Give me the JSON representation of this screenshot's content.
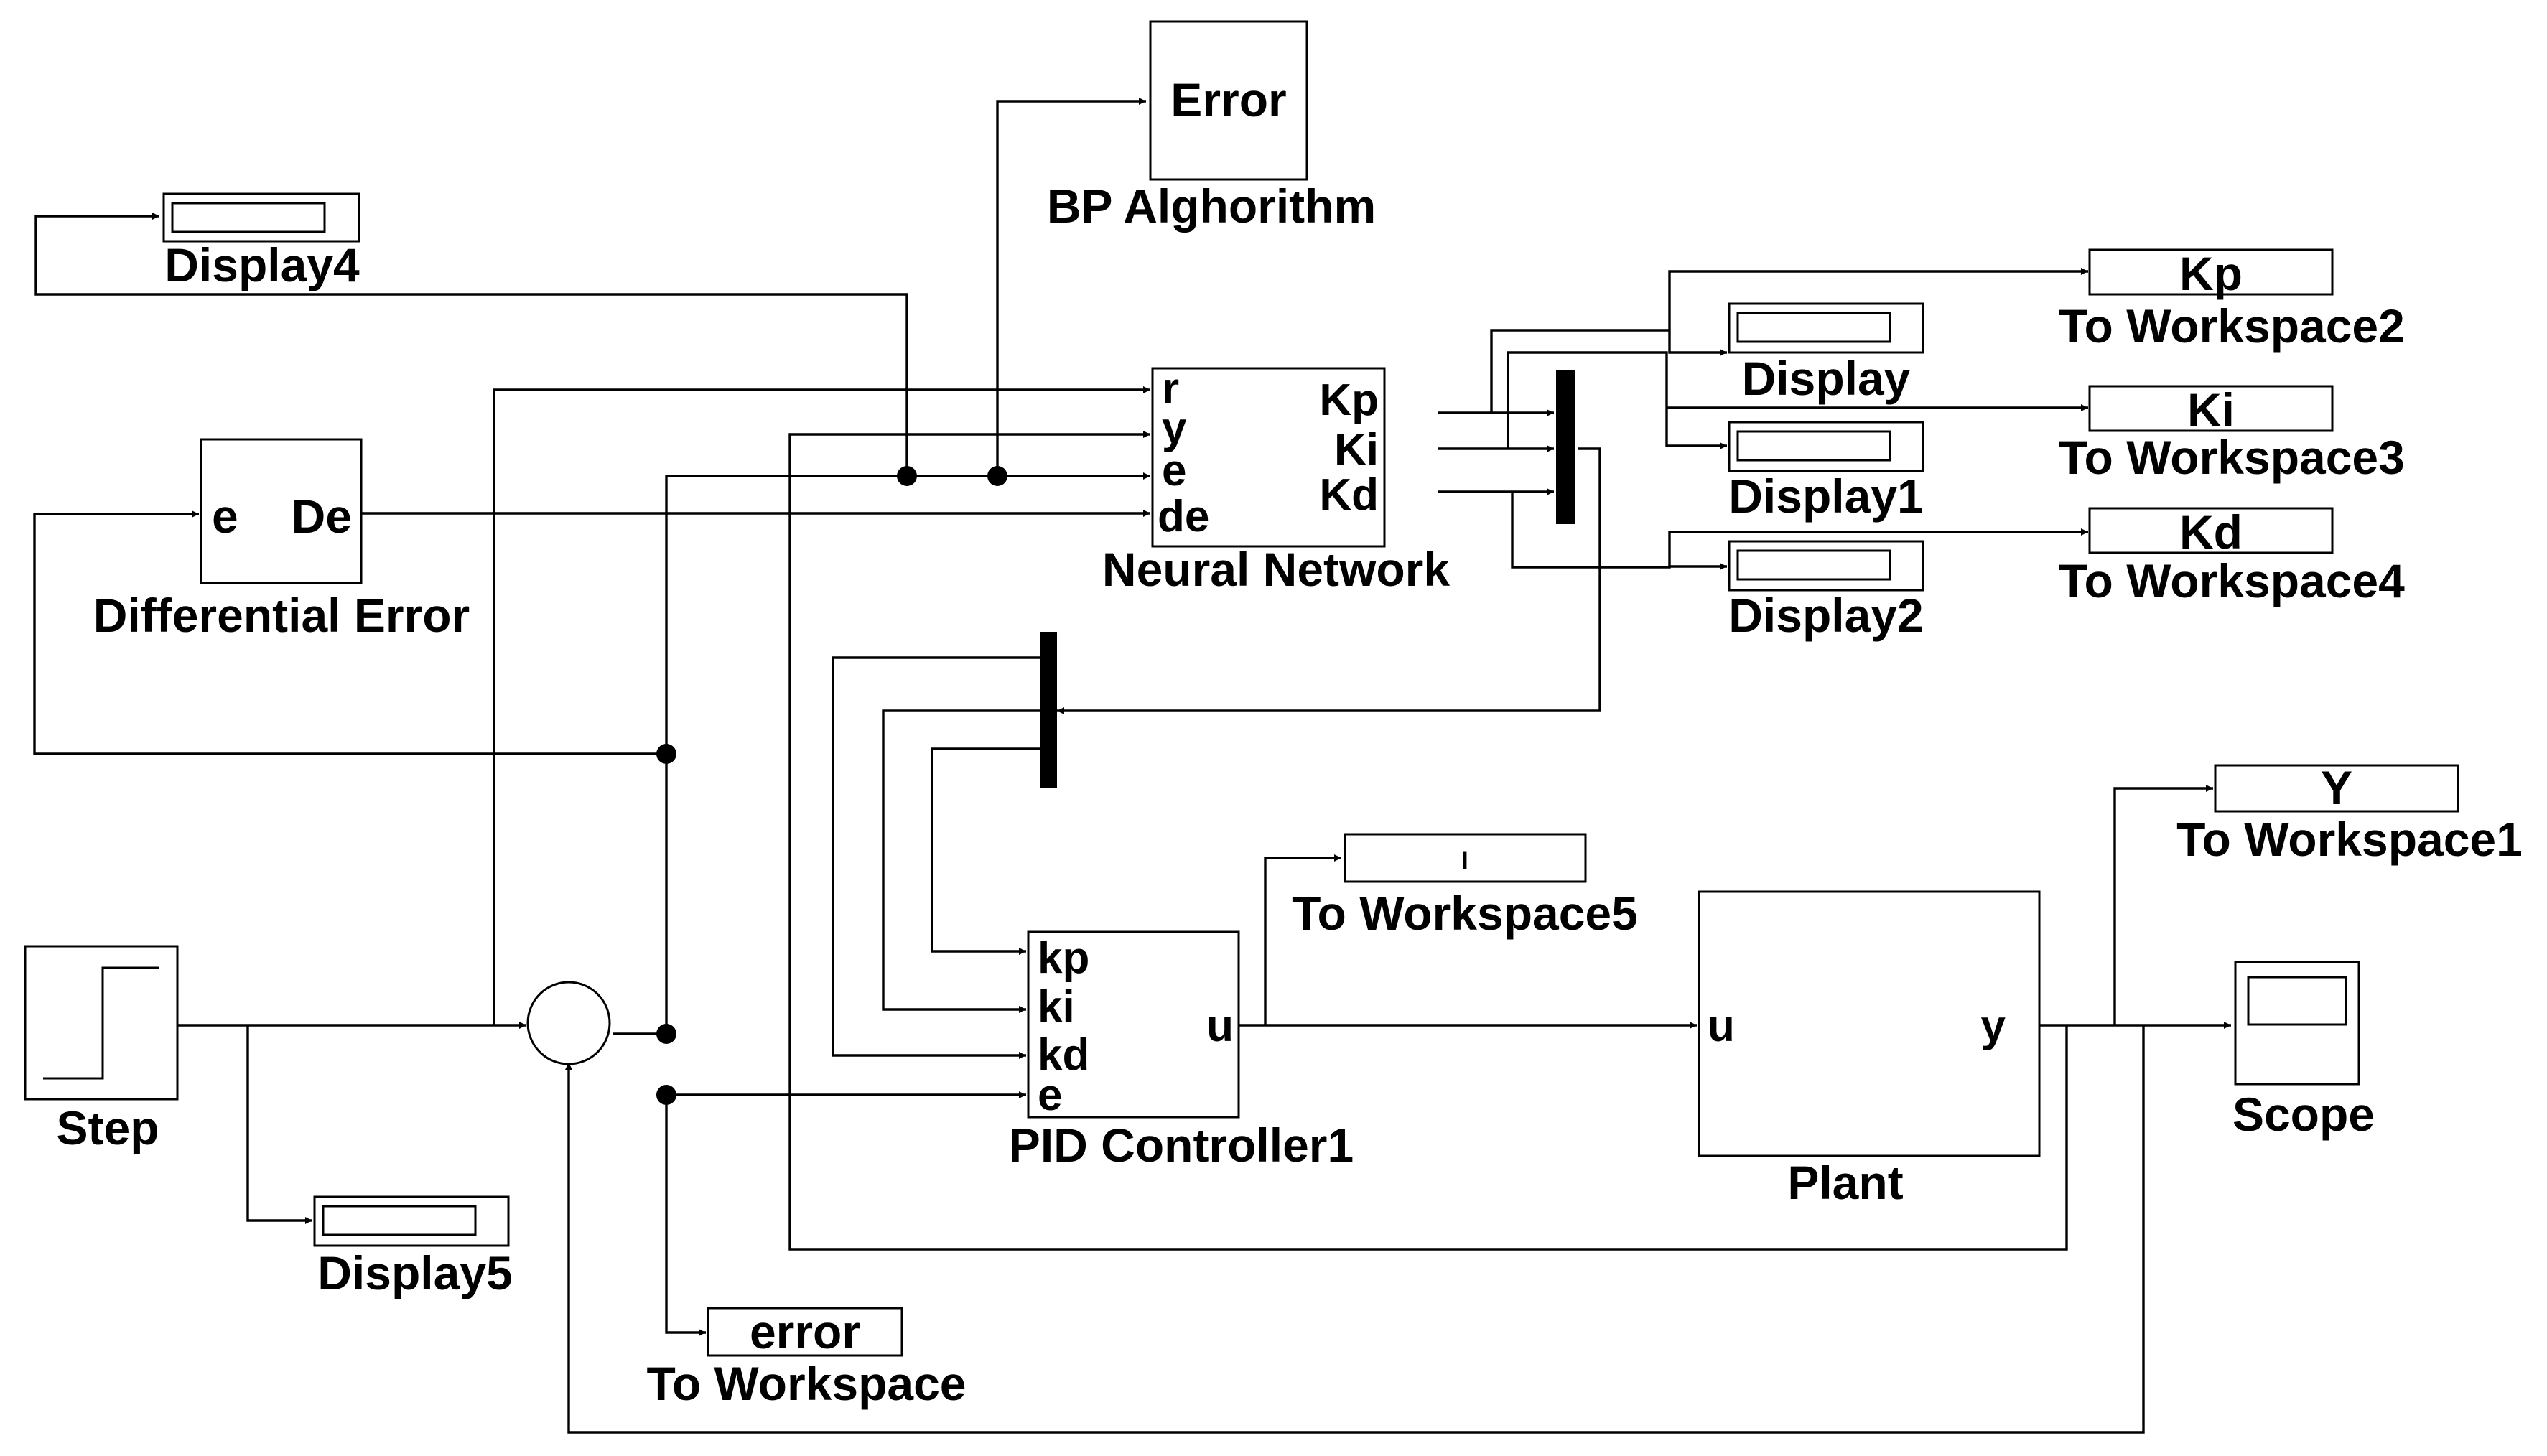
{
  "blocks": {
    "error_block": {
      "text": "Error",
      "label": "BP Alghorithm"
    },
    "display4": {
      "label": "Display4"
    },
    "differential_error": {
      "in_port": "e",
      "out_port": "De",
      "label": "Differential Error"
    },
    "neural_network": {
      "in_ports": [
        "r",
        "y",
        "e",
        "de"
      ],
      "out_ports": [
        "Kp",
        "Ki",
        "Kd"
      ],
      "label": "Neural Network"
    },
    "display": {
      "label": "Display"
    },
    "display1": {
      "label": "Display1"
    },
    "display2": {
      "label": "Display2"
    },
    "to_workspace2": {
      "text": "Kp",
      "label": "To Workspace2"
    },
    "to_workspace3": {
      "text": "Ki",
      "label": "To Workspace3"
    },
    "to_workspace4": {
      "text": "Kd",
      "label": "To Workspace4"
    },
    "step": {
      "label": "Step"
    },
    "display5": {
      "label": "Display5"
    },
    "pid_controller": {
      "in_ports": [
        "kp",
        "ki",
        "kd",
        "e"
      ],
      "out_port": "u",
      "label": "PID Controller1"
    },
    "to_workspace5": {
      "text": "I",
      "label": "To Workspace5"
    },
    "plant": {
      "in_port": "u",
      "out_port": "y",
      "label": "Plant"
    },
    "to_workspace1": {
      "text": "Y",
      "label": "To Workspace1"
    },
    "scope": {
      "label": "Scope"
    },
    "to_workspace": {
      "text": "error",
      "label": "To Workspace"
    }
  },
  "icons": [
    "step-icon",
    "scope-icon",
    "display-icon",
    "sum-icon",
    "mux-icon"
  ]
}
